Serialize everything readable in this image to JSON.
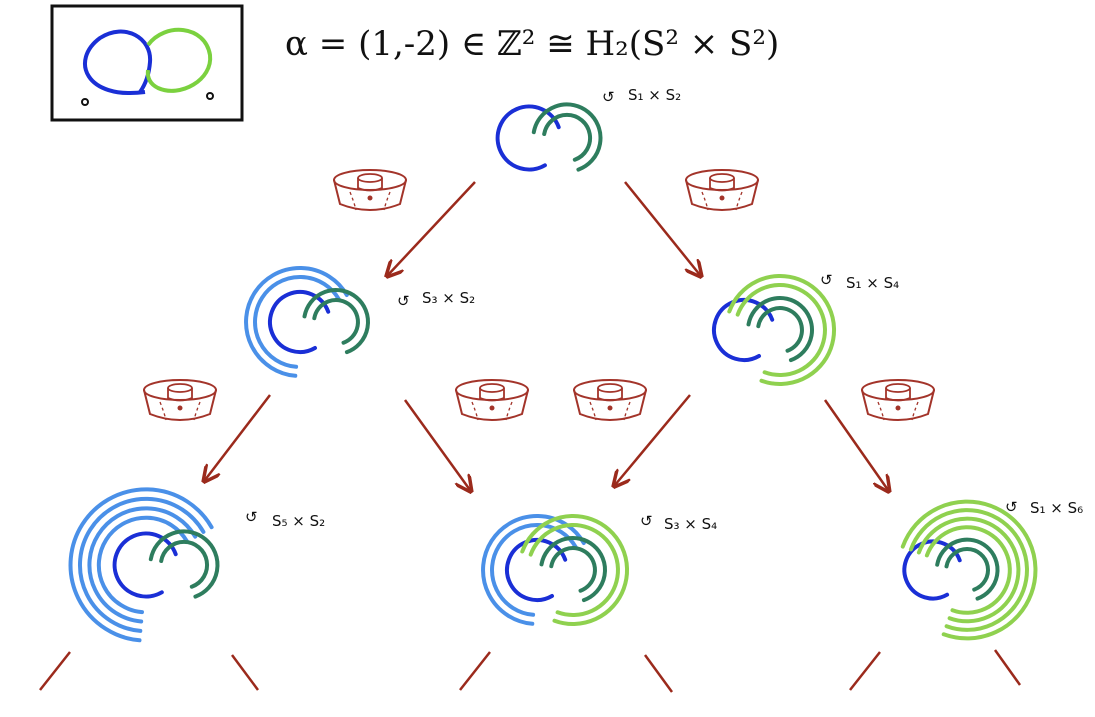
{
  "title": "α = (1,-2) ∈ ℤ² ≅ H₂(S² × S²)",
  "rotation_symbol": "↺",
  "nodes": [
    {
      "id": "root",
      "label": "S₁ × S₂"
    },
    {
      "id": "left",
      "label": "S₃ × S₂"
    },
    {
      "id": "right",
      "label": "S₁ × S₄"
    },
    {
      "id": "ll",
      "label": "S₅ × S₂"
    },
    {
      "id": "mid",
      "label": "S₃ × S₄"
    },
    {
      "id": "rr",
      "label": "S₁ × S₆"
    }
  ],
  "colors": {
    "dark_blue": "#1a2fd6",
    "light_blue": "#4a90e8",
    "light_green": "#8fd14f",
    "dark_green": "#2e7d5e",
    "arrow": "#9b2a1c",
    "cobordism": "#a3342a",
    "ink": "#111111"
  }
}
